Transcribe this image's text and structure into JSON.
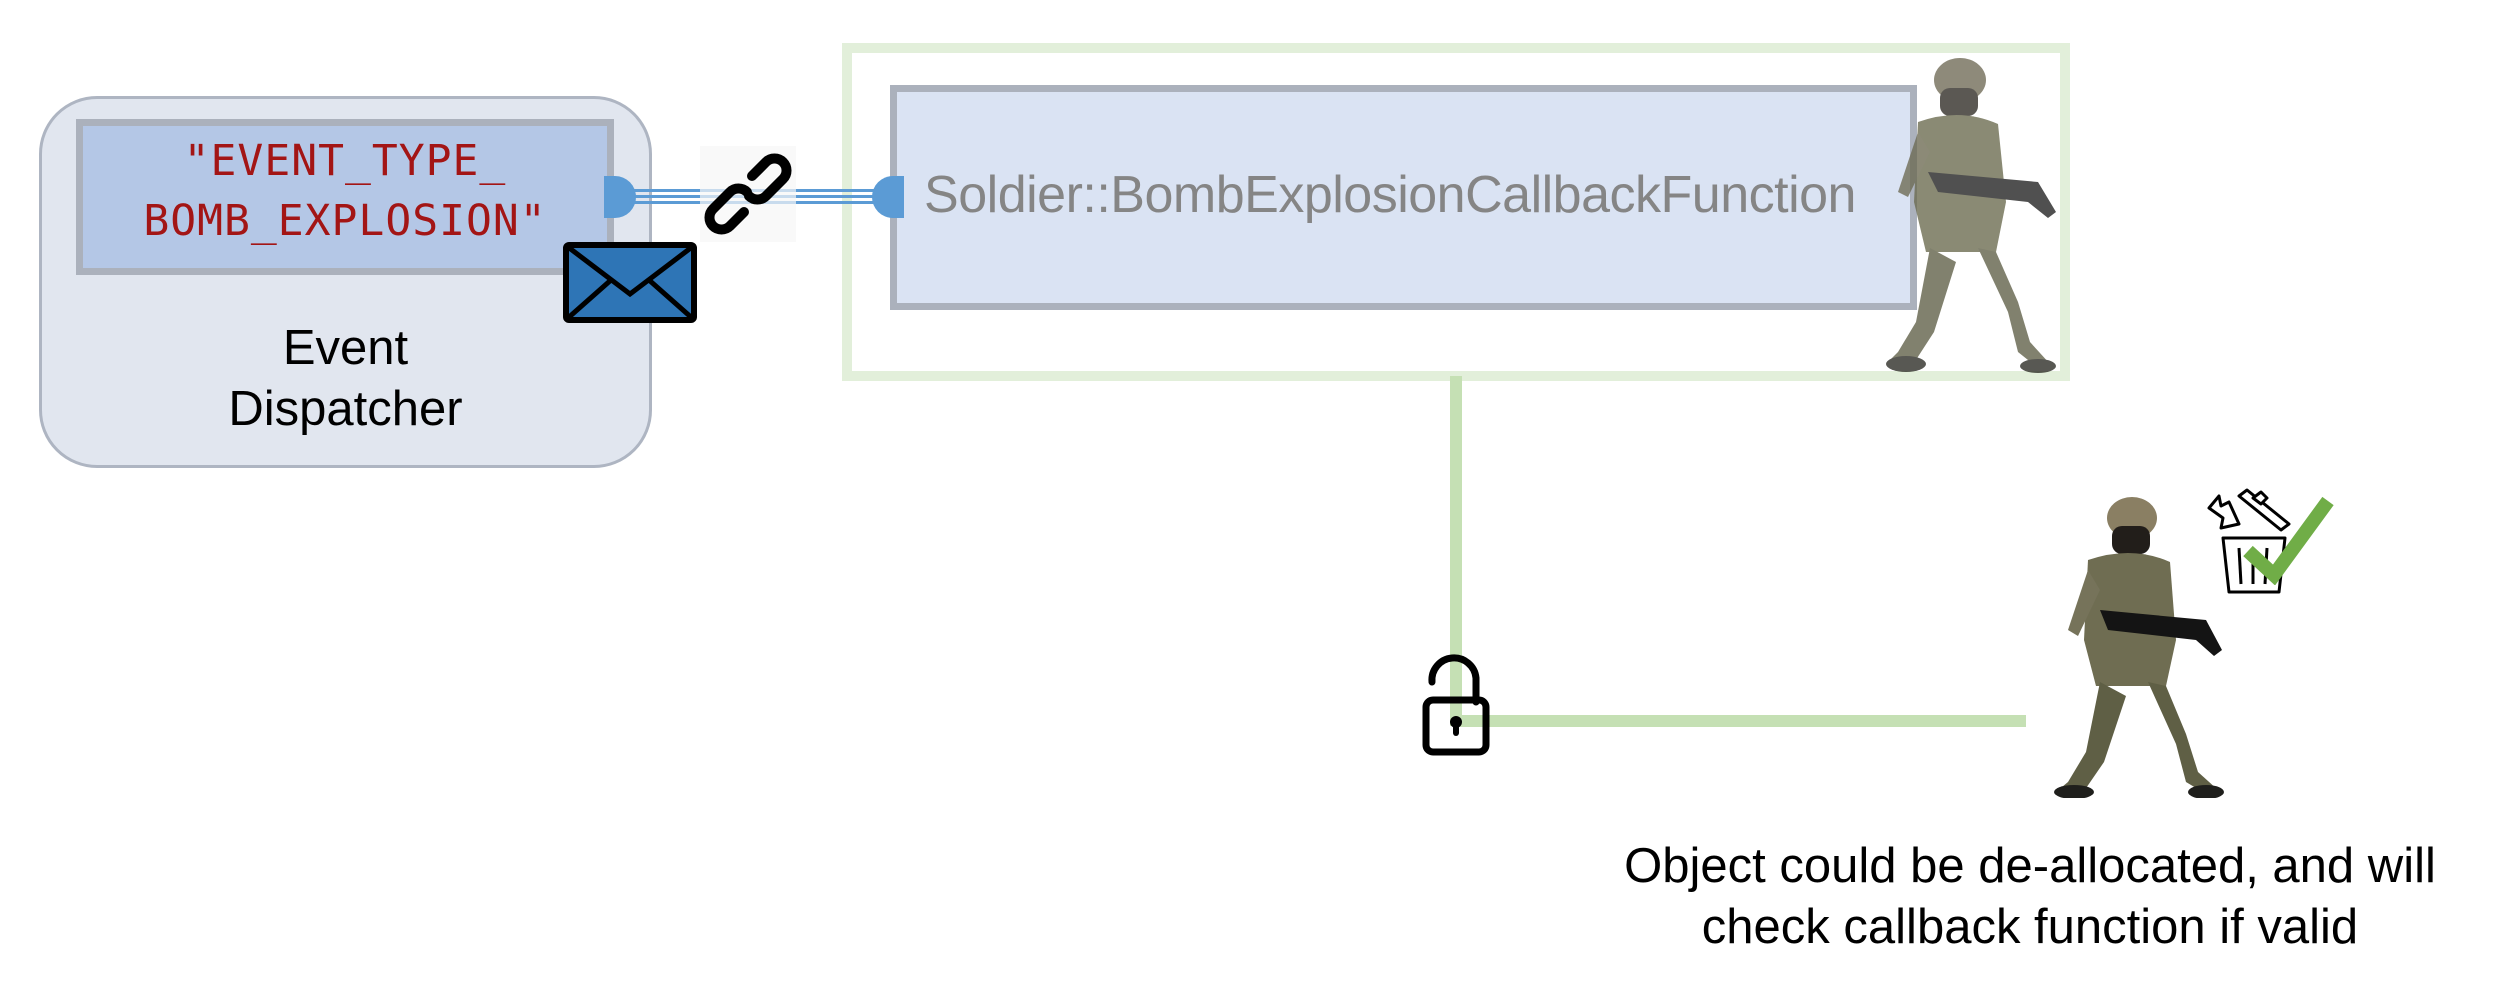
{
  "dispatcher": {
    "event_type_line1": "\"EVENT_TYPE_",
    "event_type_line2": "BOMB_EXPLOSION\"",
    "label_line1": "Event",
    "label_line2": "Dispatcher",
    "icons": {
      "message": "envelope-icon",
      "link": "chain-link-icon"
    }
  },
  "subscriber": {
    "callback": "Soldier::BombExplosionCallbackFunction",
    "figure": "soldier-figure"
  },
  "dealloc": {
    "icons": {
      "lock": "unlocked-padlock-icon",
      "trash": "trash-can-icon",
      "check": "checkmark-icon"
    },
    "figure": "soldier-figure",
    "caption_line1": "Object could be de-allocated, and will",
    "caption_line2": "check callback function if valid"
  },
  "colors": {
    "event_text": "#a31515",
    "dispatcher_bg": "#e1e6ef",
    "event_box_bg": "#b4c7e6",
    "callback_bg": "#dae3f3",
    "callback_text": "#858585",
    "connector_blue": "#5b9bd5",
    "frame_green": "#e2efda",
    "line_green": "#c5e0b4",
    "envelope_blue": "#2e75b6",
    "check_green": "#70ad47"
  }
}
